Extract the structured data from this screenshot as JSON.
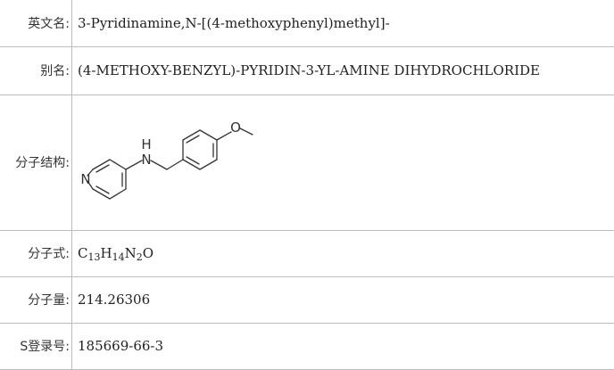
{
  "rows": {
    "english_name": {
      "label": "英文名:",
      "value": "3-Pyridinamine,N-[(4-methoxyphenyl)methyl]-"
    },
    "alias": {
      "label": "别名:",
      "value": "(4-METHOXY-BENZYL)-PYRIDIN-3-YL-AMINE DIHYDROCHLORIDE"
    },
    "structure": {
      "label": "分子结构:",
      "atoms": {
        "n_ring": "N",
        "n_amine": "N",
        "h_amine": "H",
        "o_methoxy": "O"
      }
    },
    "formula": {
      "label": "分子式:",
      "parts": [
        {
          "el": "C",
          "n": "13"
        },
        {
          "el": "H",
          "n": "14"
        },
        {
          "el": "N",
          "n": "2"
        },
        {
          "el": "O",
          "n": ""
        }
      ]
    },
    "weight": {
      "label": "分子量:",
      "value": "214.26306"
    },
    "cas": {
      "label": "S登录号:",
      "value": "185669-66-3"
    }
  },
  "colors": {
    "border": "#bdbdbd",
    "text": "#222222",
    "label_text": "#333333",
    "bond": "#333333"
  }
}
